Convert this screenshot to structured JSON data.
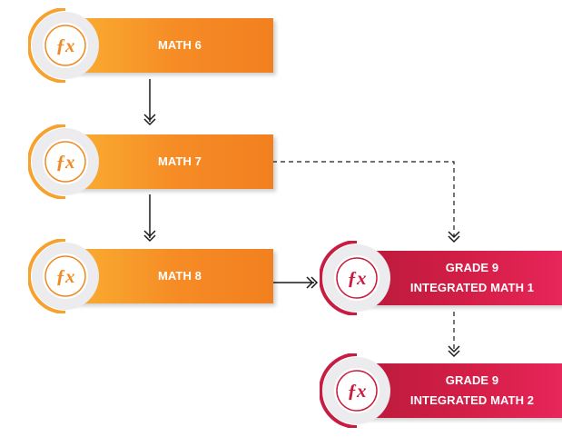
{
  "colors": {
    "orange_start": "#f9b233",
    "orange_end": "#f28020",
    "red_start": "#b81a3a",
    "red_end": "#e8265a",
    "arrow": "#1a1a1a"
  },
  "icon": "function-fx-icon",
  "nodes": {
    "math6": {
      "label": "MATH 6"
    },
    "math7": {
      "label": "MATH 7"
    },
    "math8": {
      "label": "MATH 8"
    },
    "im1": {
      "line1": "GRADE 9",
      "line2": "INTEGRATED MATH 1"
    },
    "im2": {
      "line1": "GRADE 9",
      "line2": "INTEGRATED MATH 2"
    }
  }
}
